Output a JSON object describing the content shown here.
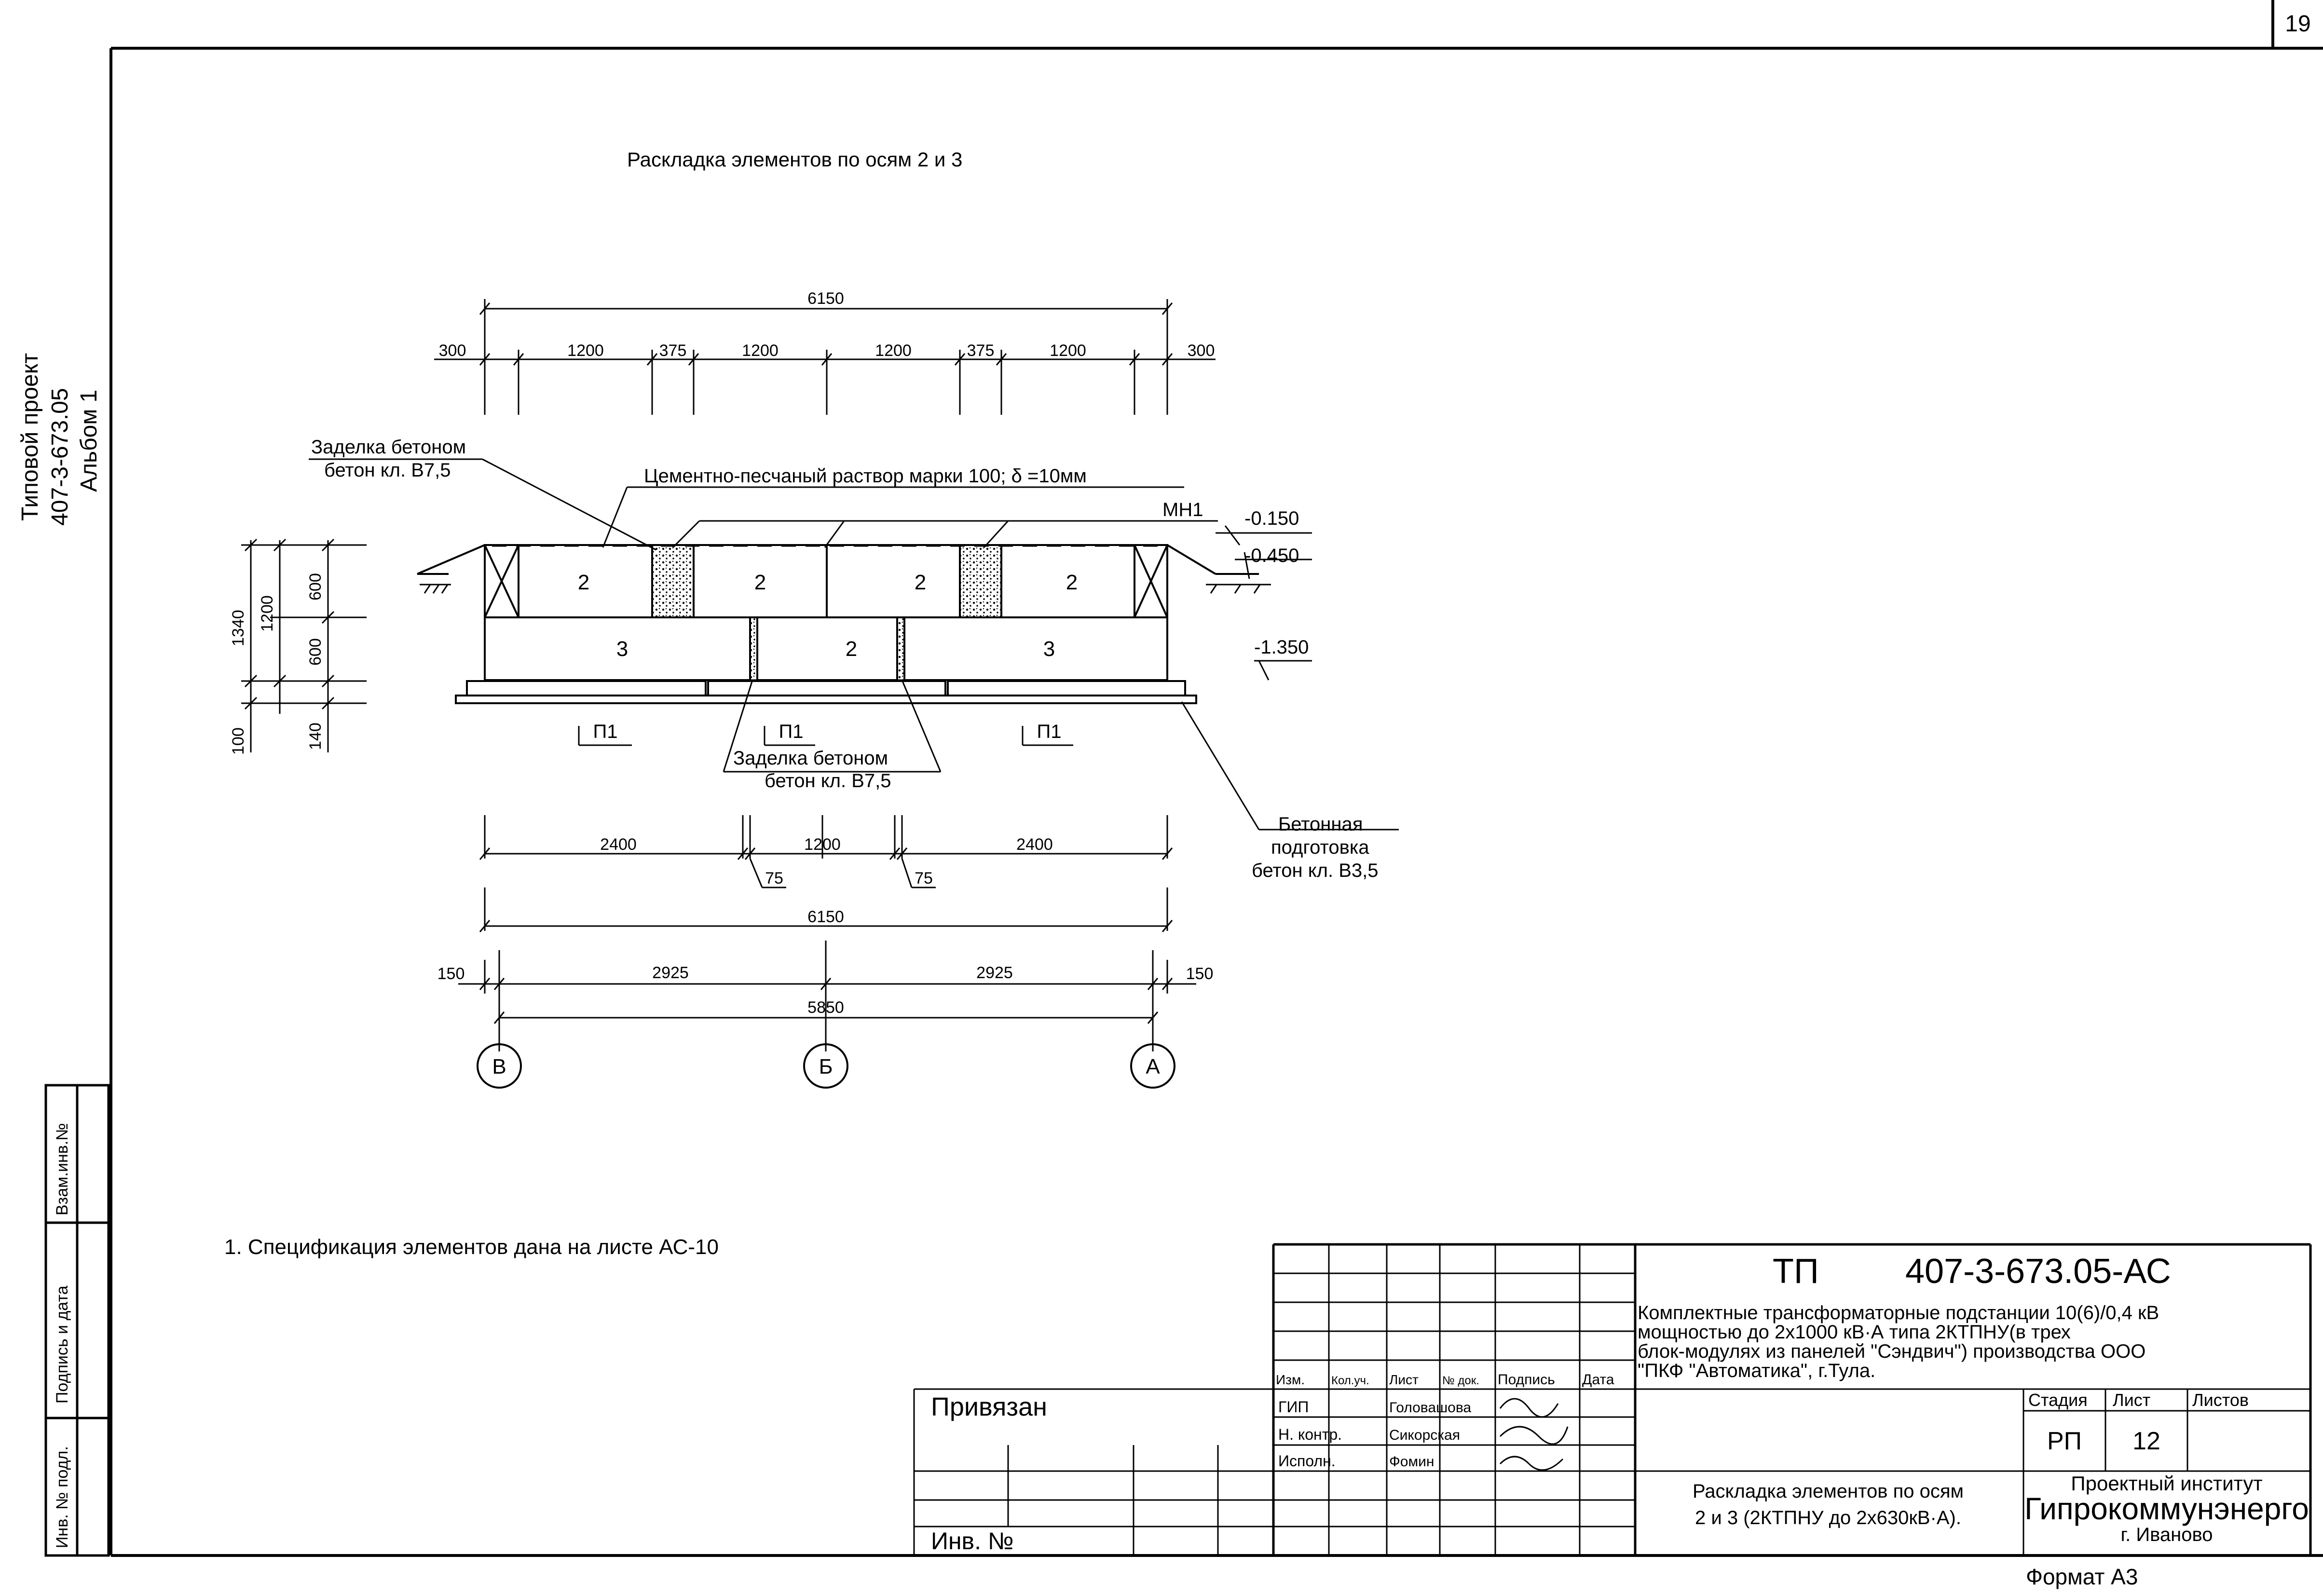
{
  "sheet": {
    "page_number": "19",
    "margin_top": "Типовой проект",
    "margin_mid": "407-3-673.05",
    "margin_bottom": "Альбом 1",
    "format": "Формат А3"
  },
  "side_stamp": [
    "Взам.инв.№",
    "Подпись и дата",
    "Инв. № подл."
  ],
  "drawing": {
    "title": "Раскладка элементов по осям 2 и 3",
    "top_dims": {
      "total": "6150",
      "segments": [
        "300",
        "1200",
        "375",
        "1200",
        "1200",
        "375",
        "1200",
        "300"
      ]
    },
    "labels": {
      "zadelka1_a": "Заделка бетоном",
      "zadelka1_b": "бетон кл. В7,5",
      "mortar": "Цементно-песчаный раствор марки 100; δ =10мм",
      "mn1": "МН1",
      "elev1": "-0.150",
      "elev2": "-0.450",
      "elev3": "-1.350",
      "zadelka2_a": "Заделка бетоном",
      "zadelka2_b": "бетон кл. В7,5",
      "base_a": "Бетонная",
      "base_b": "подготовка",
      "base_c": "бетон кл. В3,5",
      "p1": "П1"
    },
    "blocks_top": [
      "2",
      "2",
      "2",
      "2"
    ],
    "blocks_bottom": [
      "3",
      "2",
      "3"
    ],
    "left_dims": [
      "1340",
      "1200",
      "600",
      "600",
      "100",
      "140"
    ],
    "bottom_dims": {
      "row1": [
        "2400",
        "1200",
        "2400"
      ],
      "small": [
        "75",
        "75"
      ],
      "row2": "6150",
      "row3": [
        "150",
        "2925",
        "2925",
        "150"
      ],
      "row4": "5850"
    },
    "axes": [
      "В",
      "Б",
      "А"
    ]
  },
  "note": "1. Спецификация элементов дана на листе АС-10",
  "title_block": {
    "code_prefix": "ТП",
    "code": "407-3-673.05-АС",
    "description": [
      "Комплектные трансформаторные подстанции 10(6)/0,4 кВ",
      "мощностью до 2х1000 кВ·А типа 2КТПНУ(в трех",
      "блок-модулях из панелей \"Сэндвич\") производства ООО",
      "\"ПКФ \"Автоматика\", г.Тула."
    ],
    "headers": [
      "Изм.",
      "Кол.уч.",
      "Лист",
      "№ док.",
      "Подпись",
      "Дата"
    ],
    "roles": [
      "ГИП",
      "Н. контр.",
      "Исполн."
    ],
    "names": [
      "Головашова",
      "Сикорская",
      "Фомин"
    ],
    "stage_headers": [
      "Стадия",
      "Лист",
      "Листов"
    ],
    "stage": "РП",
    "sheet_no": "12",
    "sheet_total": "",
    "drawing_name": [
      "Раскладка элементов по осям",
      "2 и 3 (2КТПНУ до 2х630кВ·А)."
    ],
    "org": [
      "Проектный институт",
      "Гипрокоммунэнерго",
      "г. Иваново"
    ],
    "privyazan": "Привязан",
    "inv": "Инв. №"
  }
}
